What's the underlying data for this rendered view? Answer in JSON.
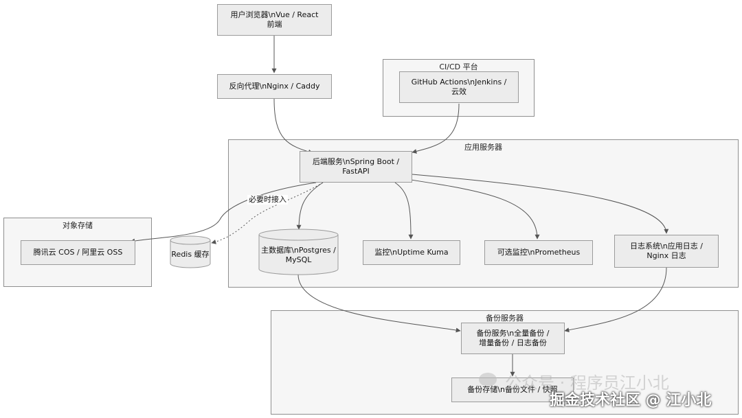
{
  "clusters": {
    "cicd": "CI/CD 平台",
    "app": "应用服务器",
    "storage": "对象存储",
    "backup": "备份服务器"
  },
  "nodes": {
    "browser": [
      "用户浏览器\\nVue / React",
      "前端"
    ],
    "proxy": [
      "反向代理\\nNginx / Caddy"
    ],
    "cicd": [
      "GitHub Actions\\nJenkins /",
      "云效"
    ],
    "backend": [
      "后端服务\\nSpring Boot /",
      "FastAPI"
    ],
    "cos": [
      "腾讯云 COS / 阿里云 OSS"
    ],
    "redis": [
      "Redis 缓存"
    ],
    "db": [
      "主数据库\\nPostgres /",
      "MySQL"
    ],
    "monitor": [
      "监控\\nUptime Kuma"
    ],
    "prometheus": [
      "可选监控\\nPrometheus"
    ],
    "logs": [
      "日志系统\\n应用日志 /",
      "Nginx 日志"
    ],
    "backup_svc": [
      "备份服务\\n全量备份 /",
      "增量备份 / 日志备份"
    ],
    "backup_store": [
      "备份存储\\n备份文件 / 快照"
    ]
  },
  "edge_labels": {
    "on_demand": "必要时接入"
  },
  "watermarks": {
    "faint": "公众号 · 程序员江小北",
    "main": "掘金技术社区 @ 江小北"
  },
  "colors": {
    "cluster_bg": "#f6f6f6",
    "node_bg": "#ececec",
    "edge": "#555555"
  }
}
